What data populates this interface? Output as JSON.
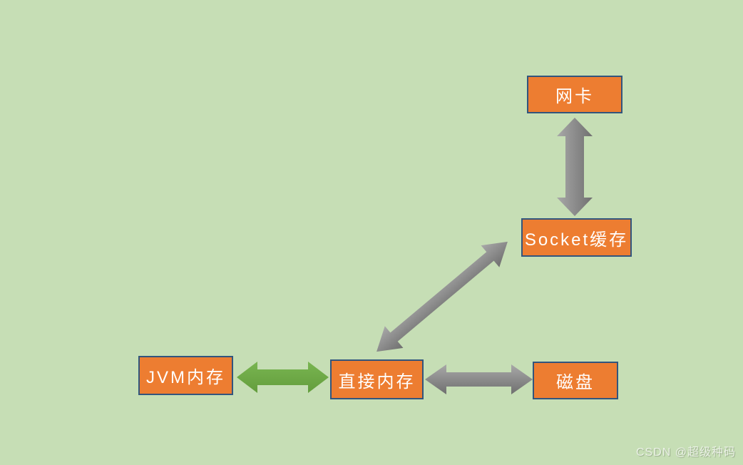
{
  "colors": {
    "background": "#C6DEB5",
    "node_fill": "#ED7D31",
    "node_border": "#32557D",
    "node_text": "#FFFFFF",
    "arrow_gray_light": "#A8A8A8",
    "arrow_gray_dark": "#6F6F6F",
    "arrow_green": "#70AD47"
  },
  "nodes": {
    "nic": {
      "label": "网卡"
    },
    "socket_buffer": {
      "label": "Socket缓存"
    },
    "jvm_memory": {
      "label": "JVM内存"
    },
    "direct_memory": {
      "label": "直接内存"
    },
    "disk": {
      "label": "磁盘"
    }
  },
  "edges": [
    {
      "from": "网卡",
      "to": "Socket缓存",
      "style": "gray-double-arrow",
      "direction": "bidirectional"
    },
    {
      "from": "Socket缓存",
      "to": "直接内存",
      "style": "gray-double-arrow",
      "direction": "bidirectional"
    },
    {
      "from": "JVM内存",
      "to": "直接内存",
      "style": "green-double-arrow",
      "direction": "bidirectional"
    },
    {
      "from": "直接内存",
      "to": "磁盘",
      "style": "gray-double-arrow",
      "direction": "bidirectional"
    }
  ],
  "watermark": {
    "text": "CSDN @超级种码"
  }
}
